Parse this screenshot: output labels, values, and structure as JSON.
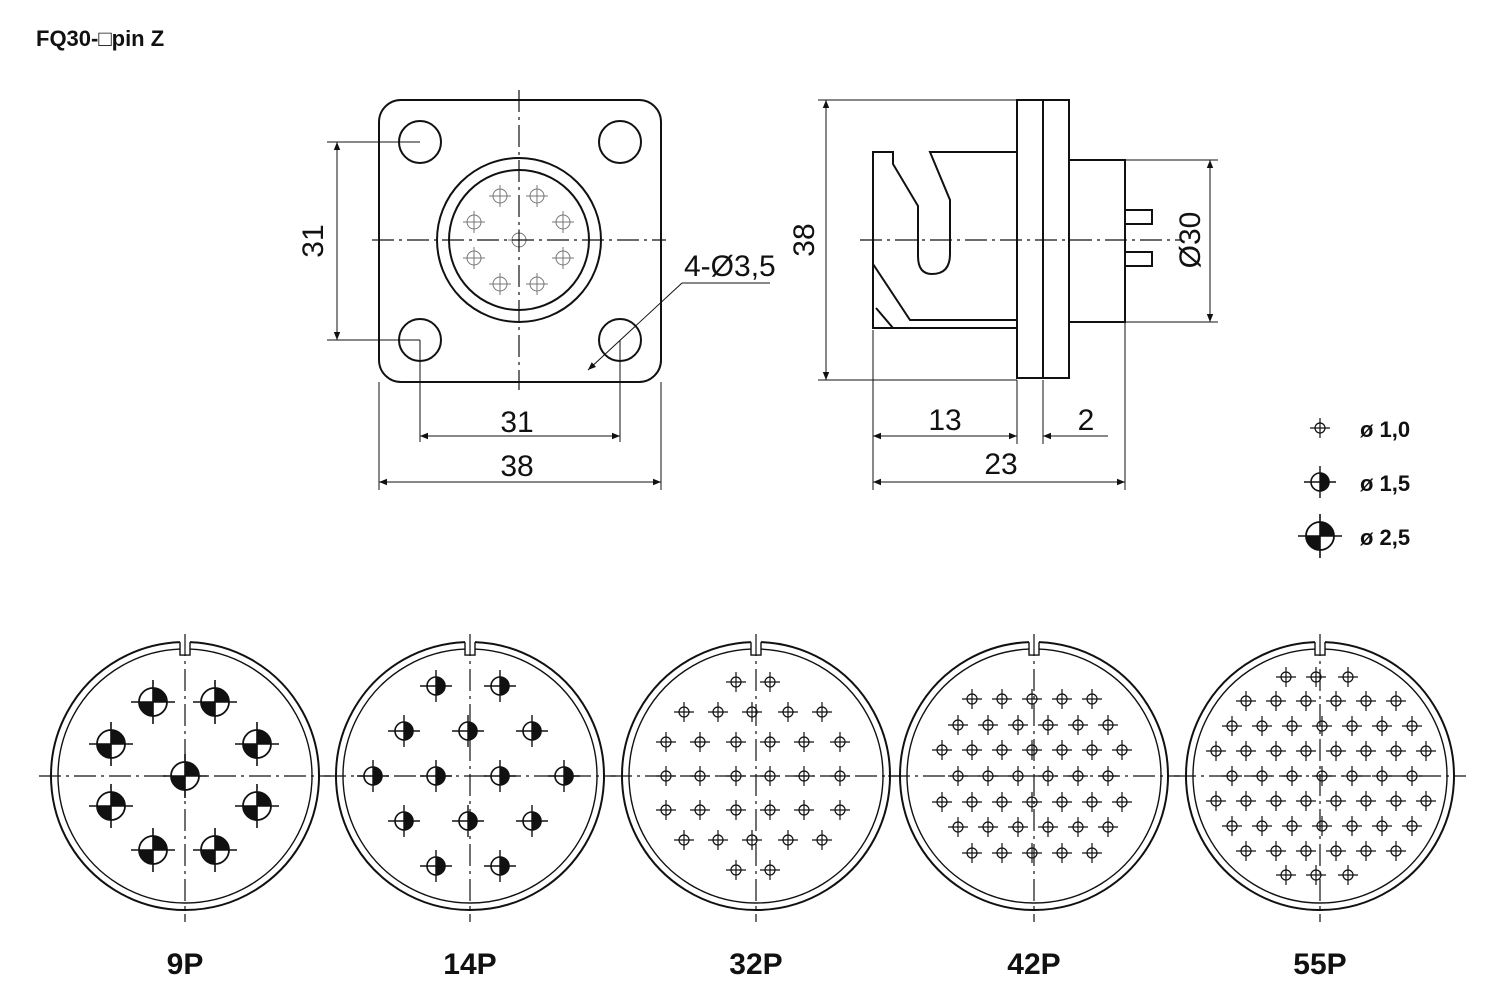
{
  "title": "FQ30-□pin Z",
  "front_view": {
    "dim_height": "31",
    "dim_hole_spacing": "31",
    "dim_width": "38",
    "hole_callout": "4-Ø3,5"
  },
  "side_view": {
    "dim_height": "38",
    "dim_body": "13",
    "dim_flange": "2",
    "dim_length": "23",
    "dim_diameter": "Ø30"
  },
  "legend": [
    {
      "symbol": "pin-1-0-icon",
      "label": "ø  1,0"
    },
    {
      "symbol": "pin-1-5-icon",
      "label": "ø  1,5"
    },
    {
      "symbol": "pin-2-5-icon",
      "label": "ø  2,5"
    }
  ],
  "layouts": [
    {
      "label": "9P"
    },
    {
      "label": "14P"
    },
    {
      "label": "32P"
    },
    {
      "label": "42P"
    },
    {
      "label": "55P"
    }
  ]
}
